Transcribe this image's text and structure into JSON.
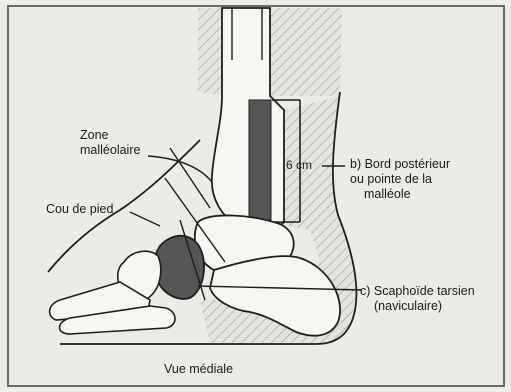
{
  "labels": {
    "zone_malleolaire": [
      "Zone",
      "malléolaire"
    ],
    "cou_de_pied": "Cou de pied",
    "distance": "6 cm",
    "bord_posterieur": [
      "b) Bord postérieur",
      "ou pointe de la",
      "malléole"
    ],
    "scaphoide": [
      "c) Scaphoïde tarsien",
      "(naviculaire)"
    ],
    "vue": "Vue médiale"
  },
  "colors": {
    "paper": "#ecece6",
    "ink": "#1e1e1e",
    "bone_fill": "#f6f6f2",
    "dark_fill": "#555555",
    "hatch": "#9a9a9a"
  },
  "icons": [
    "ankle-bones-illustration"
  ]
}
